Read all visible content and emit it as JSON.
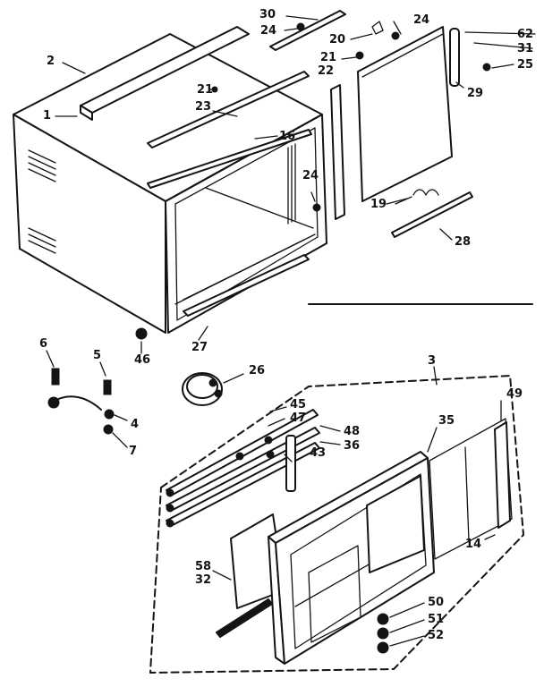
{
  "diagram": {
    "labels": {
      "p1": "1",
      "p2": "2",
      "p3": "3",
      "p4": "4",
      "p5": "5",
      "p6": "6",
      "p7": "7",
      "p14": "14",
      "p16": "16",
      "p19": "19",
      "p20": "20",
      "p21a": "21",
      "p21b": "21",
      "p22": "22",
      "p23": "23",
      "p24a": "24",
      "p24b": "24",
      "p24c": "24",
      "p25": "25",
      "p26": "26",
      "p27": "27",
      "p28": "28",
      "p29": "29",
      "p30": "30",
      "p31": "31",
      "p32": "32",
      "p35": "35",
      "p36": "36",
      "p43": "43",
      "p45": "45",
      "p46": "46",
      "p47": "47",
      "p48": "48",
      "p49": "49",
      "p50": "50",
      "p51": "51",
      "p52": "52",
      "p58": "58",
      "p62": "62"
    }
  }
}
